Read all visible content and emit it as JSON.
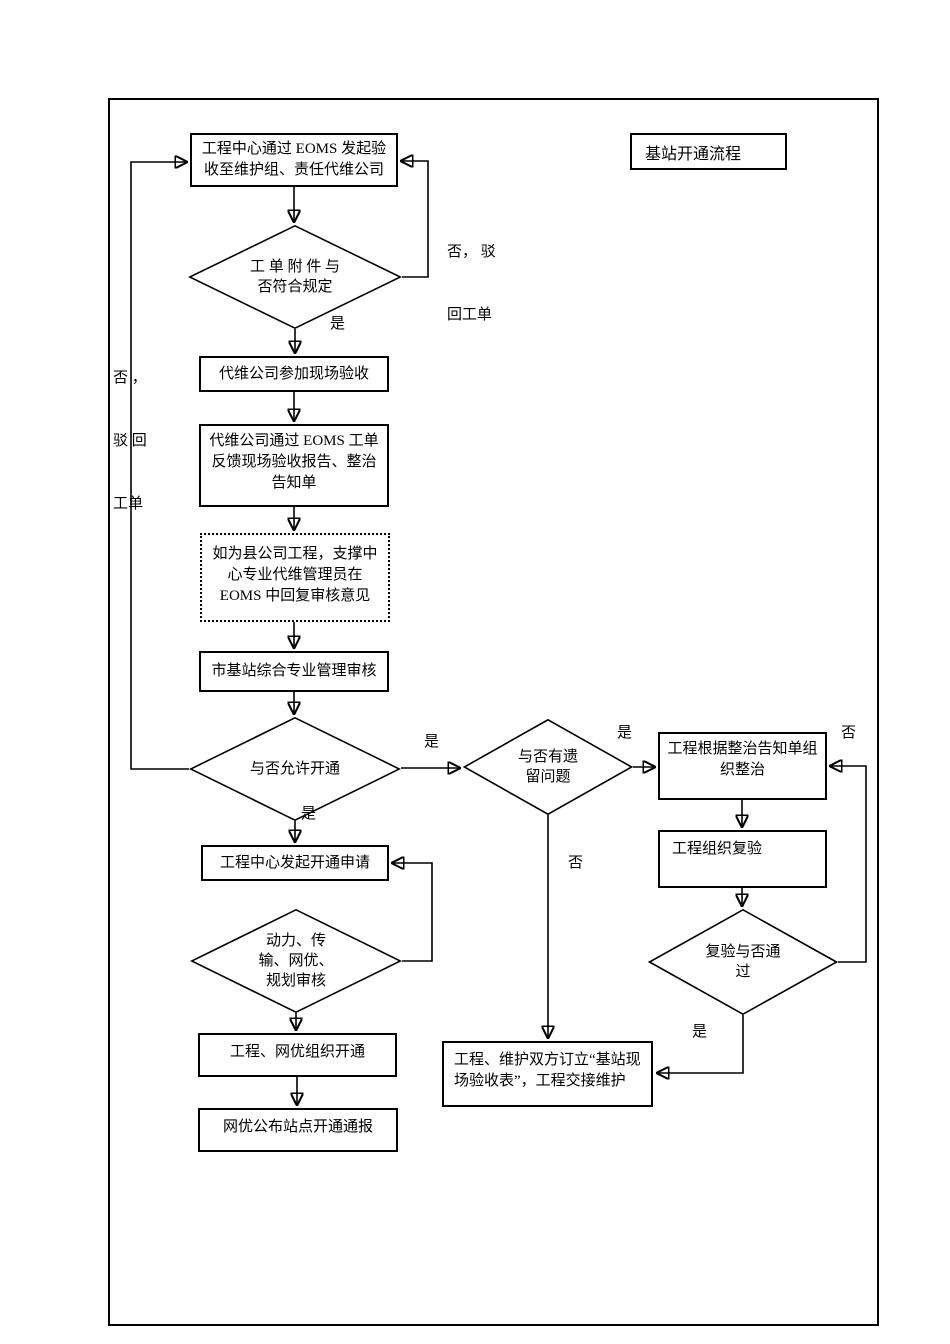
{
  "title_box": {
    "label": "基站开通流程"
  },
  "nodes": {
    "start": {
      "lines": [
        "工程中心通过 EOMS 发起验",
        "收至维护组、责任代维公司"
      ]
    },
    "check_attachment": {
      "lines": [
        "工 单 附 件 与",
        "否符合规定"
      ]
    },
    "site_acceptance": {
      "lines": [
        "代维公司参加现场验收"
      ]
    },
    "feedback_report": {
      "lines": [
        "代维公司通过 EOMS 工单",
        "反馈现场验收报告、整治",
        "告知单"
      ]
    },
    "county_review": {
      "lines": [
        "如为县公司工程，支撑中",
        "心专业代维管理员在",
        "EOMS 中回复审核意见"
      ]
    },
    "city_review": {
      "lines": [
        "市基站综合专业管理审核"
      ]
    },
    "allow_open": {
      "lines": [
        "与否允许开通"
      ]
    },
    "open_request": {
      "lines": [
        "工程中心发起开通申请"
      ]
    },
    "multi_review": {
      "lines": [
        "动力、传",
        "输、网优、",
        "规划审核"
      ]
    },
    "organize_open": {
      "lines": [
        "工程、网优组织开通"
      ]
    },
    "publish_notice": {
      "lines": [
        "网优公布站点开通通报"
      ]
    },
    "remaining_issues": {
      "lines": [
        "与否有遗",
        "留问题"
      ]
    },
    "rectification": {
      "lines": [
        "工程根据整治告知单组",
        "织整治"
      ]
    },
    "recheck": {
      "lines": [
        "工程组织复验"
      ]
    },
    "recheck_pass": {
      "lines": [
        "复验与否通",
        "过"
      ]
    },
    "handover": {
      "lines": [
        "工程、维护双方订立“基站现",
        "场验收表”，工程交接维护"
      ]
    }
  },
  "labels": {
    "reject_right": {
      "lines": [
        "否， 驳",
        "回工单"
      ]
    },
    "reject_left": {
      "lines": [
        "否 ，",
        "驳 回",
        "工单"
      ]
    },
    "yes_attachment": "是",
    "yes_allow_right": "是",
    "yes_allow_down": "是",
    "yes_remaining": "是",
    "no_remaining": "否",
    "no_recheck": "否",
    "yes_recheck": "是"
  },
  "colors": {
    "line": "#000000",
    "background": "#ffffff"
  }
}
